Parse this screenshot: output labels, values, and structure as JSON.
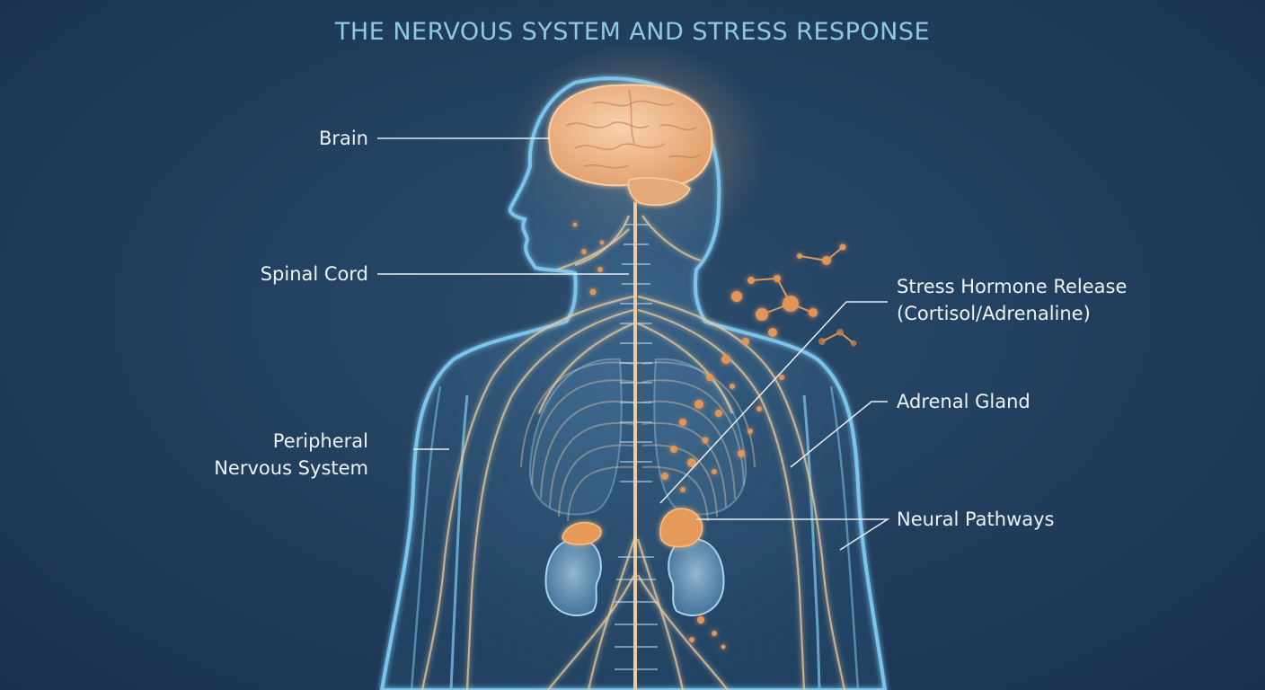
{
  "title": "THE NERVOUS SYSTEM AND STRESS RESPONSE",
  "labels": {
    "brain": "Brain",
    "spinal_cord": "Spinal Cord",
    "peripheral_line1": "Peripheral",
    "peripheral_line2": "Nervous System",
    "stress_line1": "Stress Hormone Release",
    "stress_line2": "(Cortisol/Adrenaline)",
    "adrenal": "Adrenal Gland",
    "neural": "Neural Pathways"
  },
  "colors": {
    "background": "#22405f",
    "title": "#8fc9e6",
    "label_text": "#eef3f8",
    "body_outline": "#7cc4ec",
    "nerve": "#e8c9a0",
    "brain": "#f0b98c",
    "hormone": "#e0955a",
    "kidney": "#8ec5e6"
  }
}
